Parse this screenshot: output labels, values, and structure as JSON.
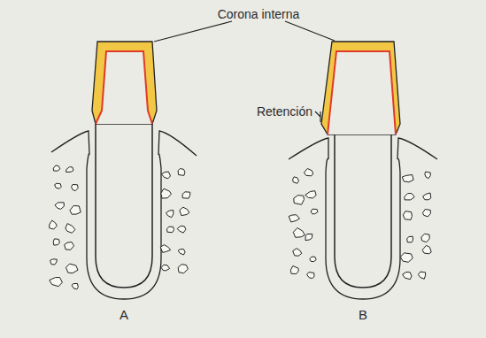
{
  "diagram": {
    "labels": [
      "Corona interna",
      "Retención",
      "A",
      "B"
    ]
  }
}
